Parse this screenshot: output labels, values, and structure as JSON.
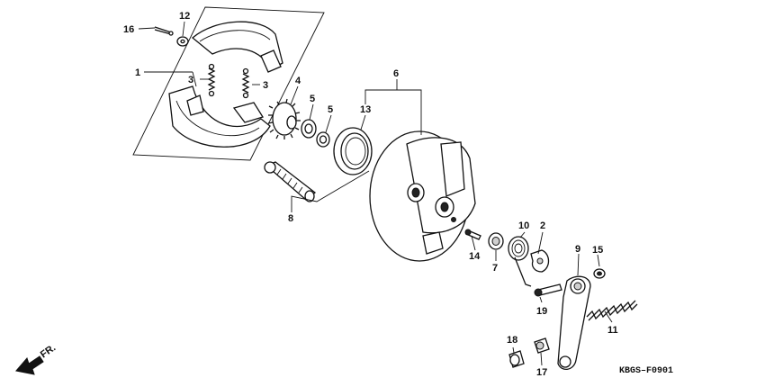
{
  "diagram": {
    "code": "KBGS–F0901",
    "direction_label": "FR.",
    "callouts": {
      "n16": "16",
      "n12": "12",
      "n1": "1",
      "n3a": "3",
      "n3b": "3",
      "n4": "4",
      "n5a": "5",
      "n5b": "5",
      "n13": "13",
      "n6": "6",
      "n8": "8",
      "n10": "10",
      "n2": "2",
      "n9": "9",
      "n15": "15",
      "n14": "14",
      "n7": "7",
      "n19": "19",
      "n11": "11",
      "n18": "18",
      "n17": "17"
    }
  }
}
